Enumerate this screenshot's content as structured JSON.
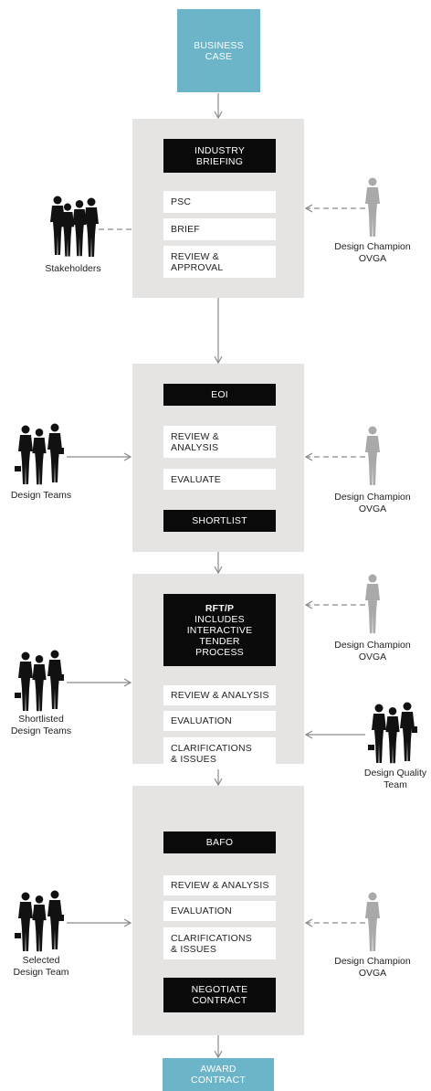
{
  "colors": {
    "teal": "#6cb4c7",
    "panel": "#e5e4e2",
    "dark": "#0a0a0a",
    "arrow": "#8a8a8a",
    "person_grey": "#a9a9a9",
    "person_black": "#111111"
  },
  "top": {
    "business_case": "BUSINESS\nCASE"
  },
  "stage1": {
    "header": "INDUSTRY\nBRIEFING",
    "psc": "PSC",
    "brief": "BRIEF",
    "review": "REVIEW &\nAPPROVAL",
    "left_label": "Stakeholders",
    "right_label": "Design Champion\nOVGA"
  },
  "stage2": {
    "header": "EOI",
    "review": "REVIEW &\nANALYSIS",
    "evaluate": "EVALUATE",
    "footer": "SHORTLIST",
    "left_label": "Design Teams",
    "right_label": "Design Champion\nOVGA"
  },
  "stage3": {
    "header_bold": "RFT/P",
    "header": "INCLUDES\nINTERACTIVE\nTENDER\nPROCESS",
    "review": "REVIEW & ANALYSIS",
    "evaluation": "EVALUATION",
    "clarifications": "CLARIFICATIONS\n& ISSUES",
    "left_label": "Shortlisted\nDesign Teams",
    "right_label_top": "Design Champion\nOVGA",
    "right_label_bottom": "Design Quality\nTeam"
  },
  "stage4": {
    "header": "BAFO",
    "review": "REVIEW & ANALYSIS",
    "evaluation": "EVALUATION",
    "clarifications": "CLARIFICATIONS\n& ISSUES",
    "footer": "NEGOTIATE\nCONTRACT",
    "left_label": "Selected\nDesign Team",
    "right_label": "Design Champion\nOVGA"
  },
  "bottom": {
    "award_contract": "AWARD\nCONTRACT"
  }
}
